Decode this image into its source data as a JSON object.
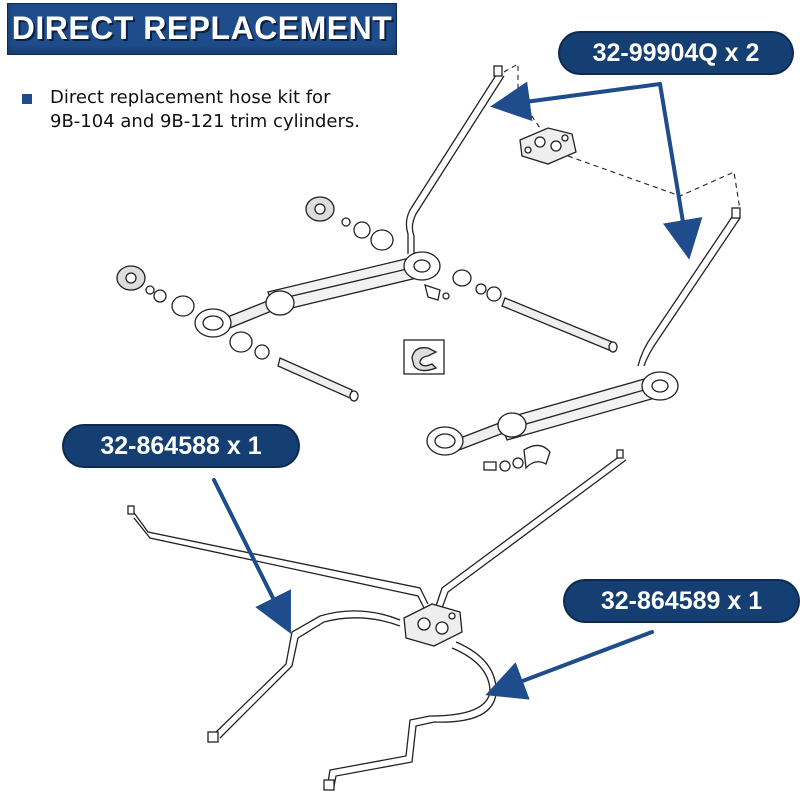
{
  "header": {
    "title": "DIRECT REPLACEMENT"
  },
  "description": {
    "line1": "Direct replacement hose kit for",
    "line2": "9B-104 and 9B-121 trim cylinders."
  },
  "callouts": {
    "top_right": "32-99904Q x 2",
    "left": "32-864588 x 1",
    "bottom_right": "32-864589 x 1"
  },
  "colors": {
    "banner": "#1f4d8c",
    "callout": "#153f72",
    "arrow": "#1f4d8c",
    "line_art": "#222222"
  }
}
